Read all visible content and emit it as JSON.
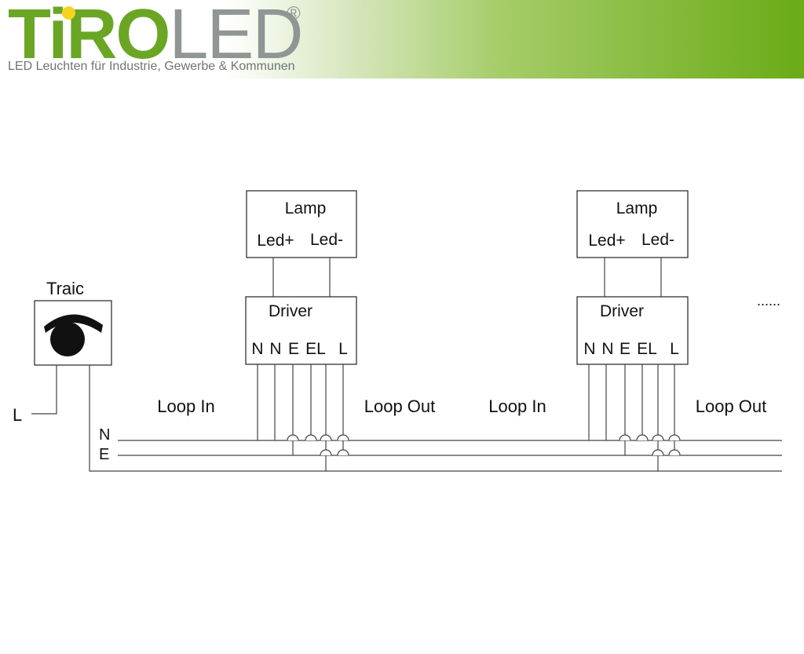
{
  "header": {
    "logo_main": "TiRO",
    "logo_tail": "LED",
    "registered_mark": "®",
    "tagline": "LED Leuchten für Industrie, Gewerbe & Kommunen"
  },
  "colors": {
    "brand_green": "#6aa624",
    "brand_gray": "#8f9695",
    "logo_dot": "#f6d322",
    "header_gradient_end": "#6aab16"
  },
  "diagram": {
    "triac_label": "Traic",
    "supply_labels": {
      "L": "L",
      "N": "N",
      "E": "E"
    },
    "units": [
      {
        "lamp": {
          "title": "Lamp",
          "pos": "Led+",
          "neg": "Led-"
        },
        "driver": {
          "title": "Driver",
          "terminals": [
            "N",
            "N",
            "E",
            "EL",
            "L"
          ]
        },
        "loop_in": "Loop In",
        "loop_out": "Loop Out"
      },
      {
        "lamp": {
          "title": "Lamp",
          "pos": "Led+",
          "neg": "Led-"
        },
        "driver": {
          "title": "Driver",
          "terminals": [
            "N",
            "N",
            "E",
            "EL",
            "L"
          ]
        },
        "loop_in": "Loop In",
        "loop_out": "Loop Out"
      }
    ],
    "continuation": "......"
  }
}
